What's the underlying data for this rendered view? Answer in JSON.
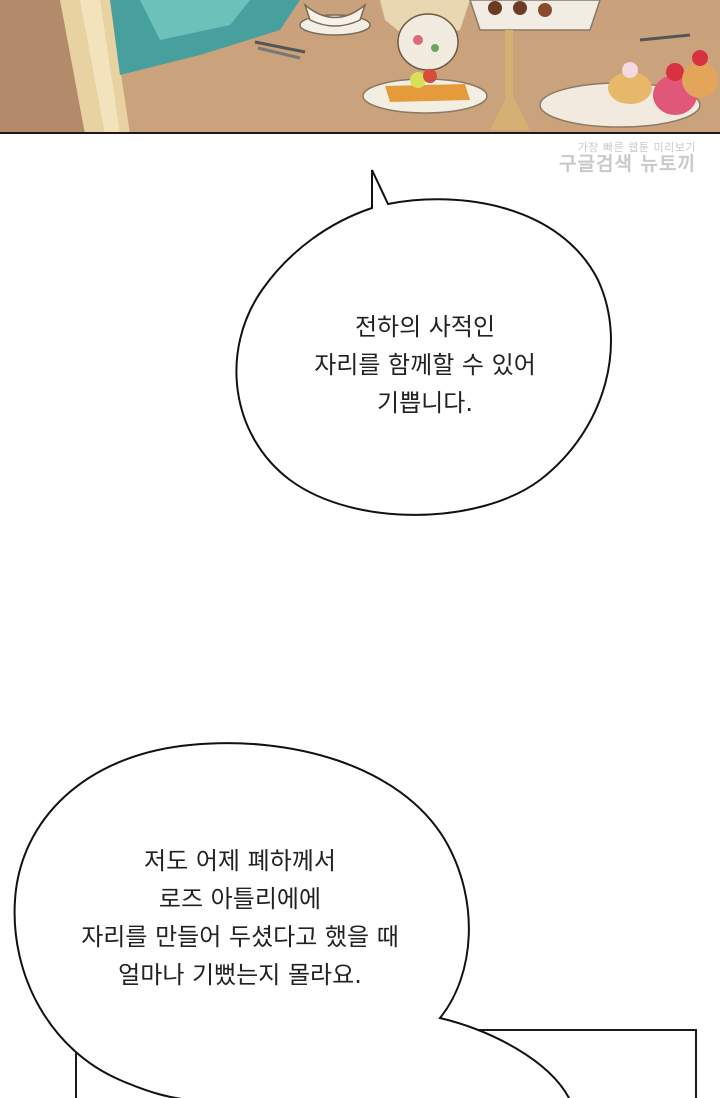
{
  "watermark": {
    "line1": "가장 빠른 웹툰 미리보기",
    "line2": "구글검색 뉴토끼"
  },
  "bubble1": {
    "lines": [
      "전하의 사적인",
      "자리를 함께할 수 있어",
      "기쁩니다."
    ]
  },
  "bubble2": {
    "lines": [
      "저도 어제 폐하께서",
      "로즈 아틀리에에",
      "자리를 만들어 두셨다고 했을 때",
      "얼마나 기뻤는지 몰라요."
    ]
  },
  "colors": {
    "table_cloth": "#c8a07a",
    "dress_teal": "#4aa3a0",
    "hair_blonde": "#e6cf9a",
    "macaron_pink": "#e0577a"
  }
}
